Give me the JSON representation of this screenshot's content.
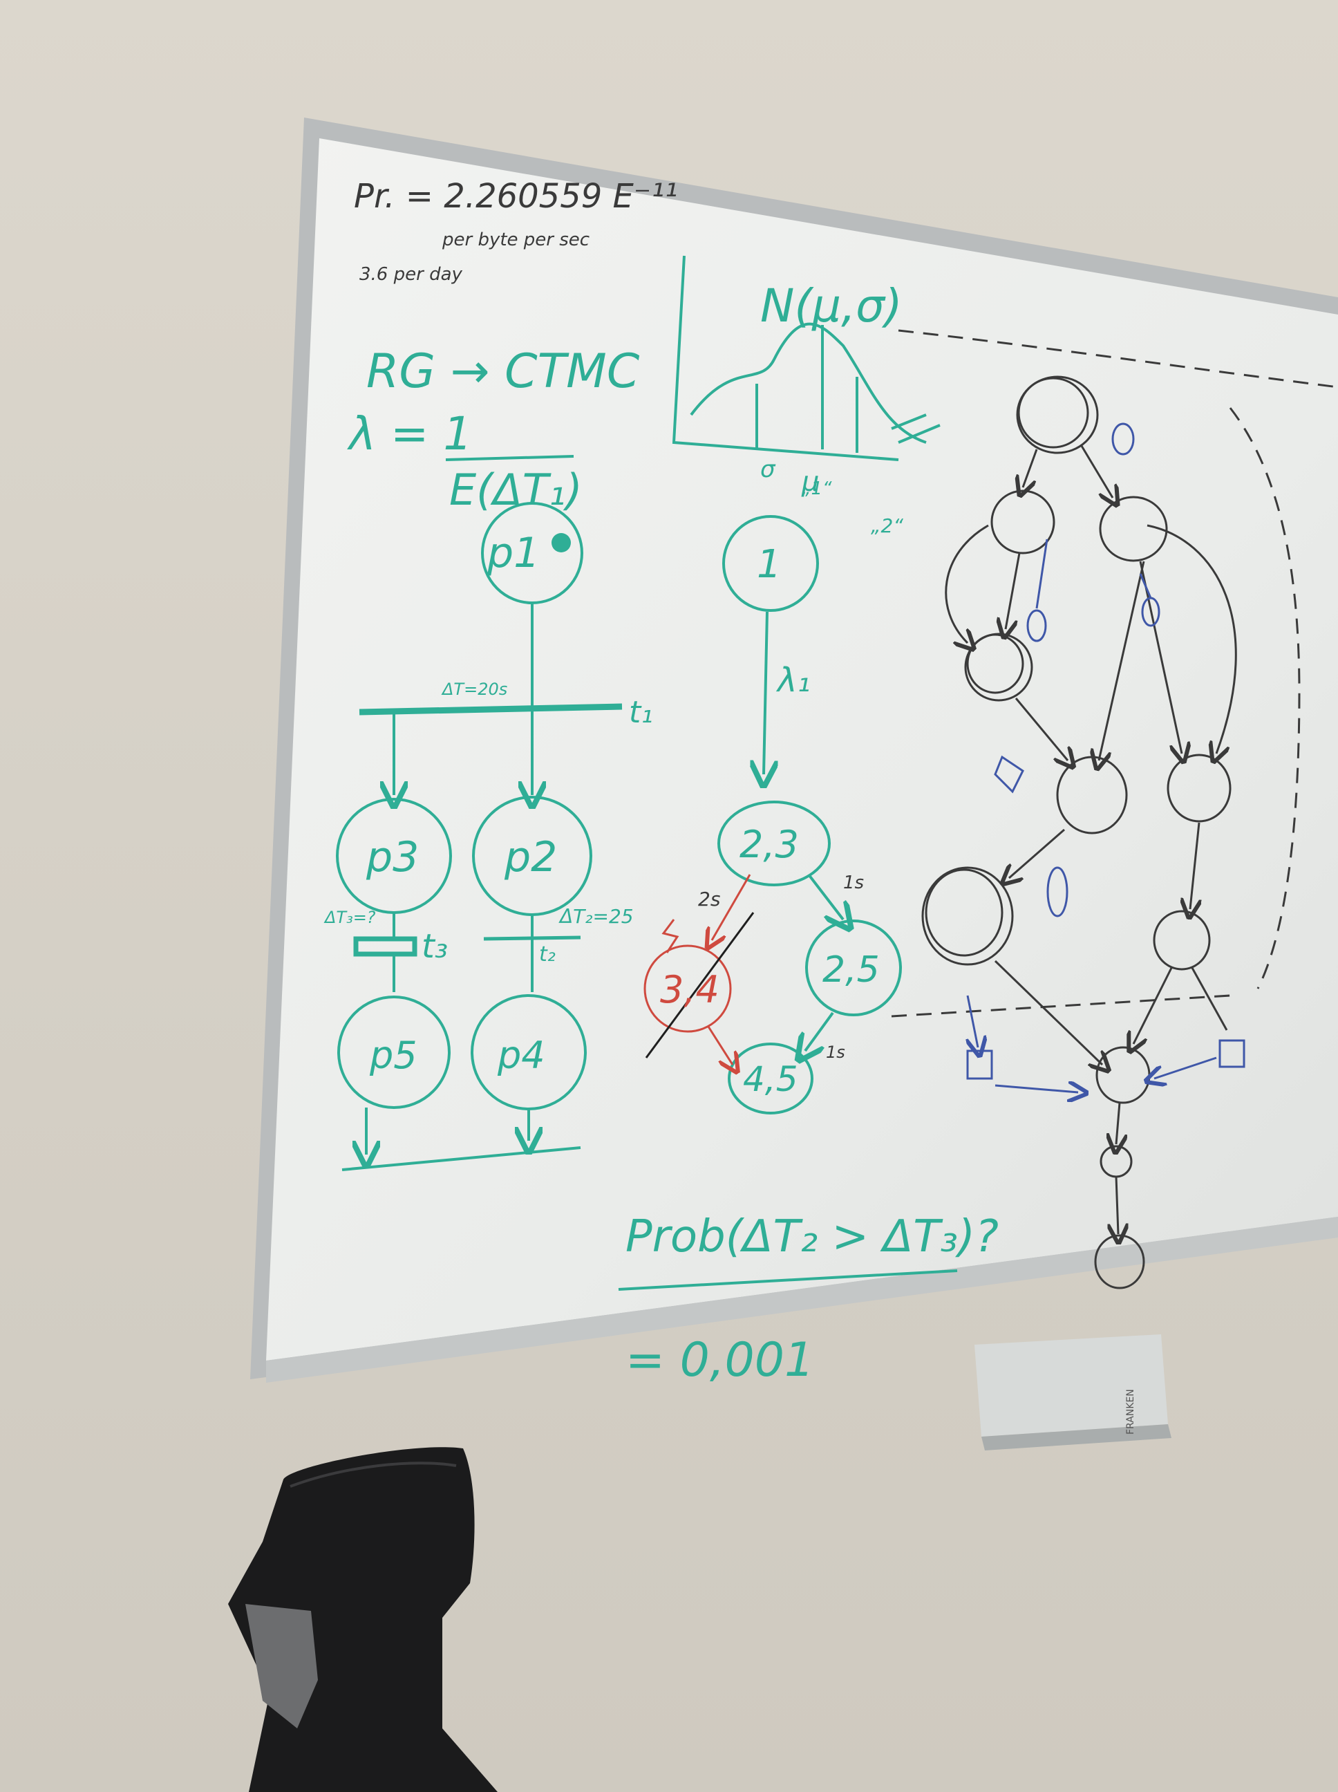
{
  "colors": {
    "wall": "#d8d3c9",
    "board": "#eceeec",
    "frame": "#b9bcbd",
    "teal_marker": "#2fae96",
    "black_marker": "#3a3a3a",
    "blue_marker": "#3f57a8",
    "red_marker": "#cf4a3f"
  },
  "notes": {
    "pr_line": "Pr. = 2.260559 E⁻¹¹",
    "per_byte": "per byte per sec",
    "per_day": "3.6 per day"
  },
  "top_left": {
    "rg_ctmc": "RG → CTMC",
    "lambda_eq": "λ = 1",
    "expectation": "E(ΔT₁)"
  },
  "normal_plot": {
    "title": "N(μ,σ)",
    "sigma_label": "σ",
    "mu_label": "μ"
  },
  "petri_net": {
    "places": [
      "p1",
      "p3",
      "p2",
      "p5",
      "p4"
    ],
    "transitions": {
      "t1": "t₁",
      "t1_delay": "ΔT=20s",
      "t3": "t₃",
      "t3_delay": "ΔT₃=?",
      "t2": "t₂",
      "t2_delay": "ΔT₂=25"
    }
  },
  "reach_graph": {
    "label_1": "„1“",
    "label_2": "„2“",
    "state_1": "1",
    "lambda_1": "λ₁",
    "state_23": "2,3",
    "state_34": "3,4",
    "state_25": "2,5",
    "state_45": "4,5",
    "edge_left": "2s",
    "edge_right": "1s",
    "edge_bottom": "1s"
  },
  "probability": {
    "question": "Prob(ΔT₂ > ΔT₃)?",
    "answer": "= 0,001"
  },
  "eraser_brand": "FRANKEN"
}
